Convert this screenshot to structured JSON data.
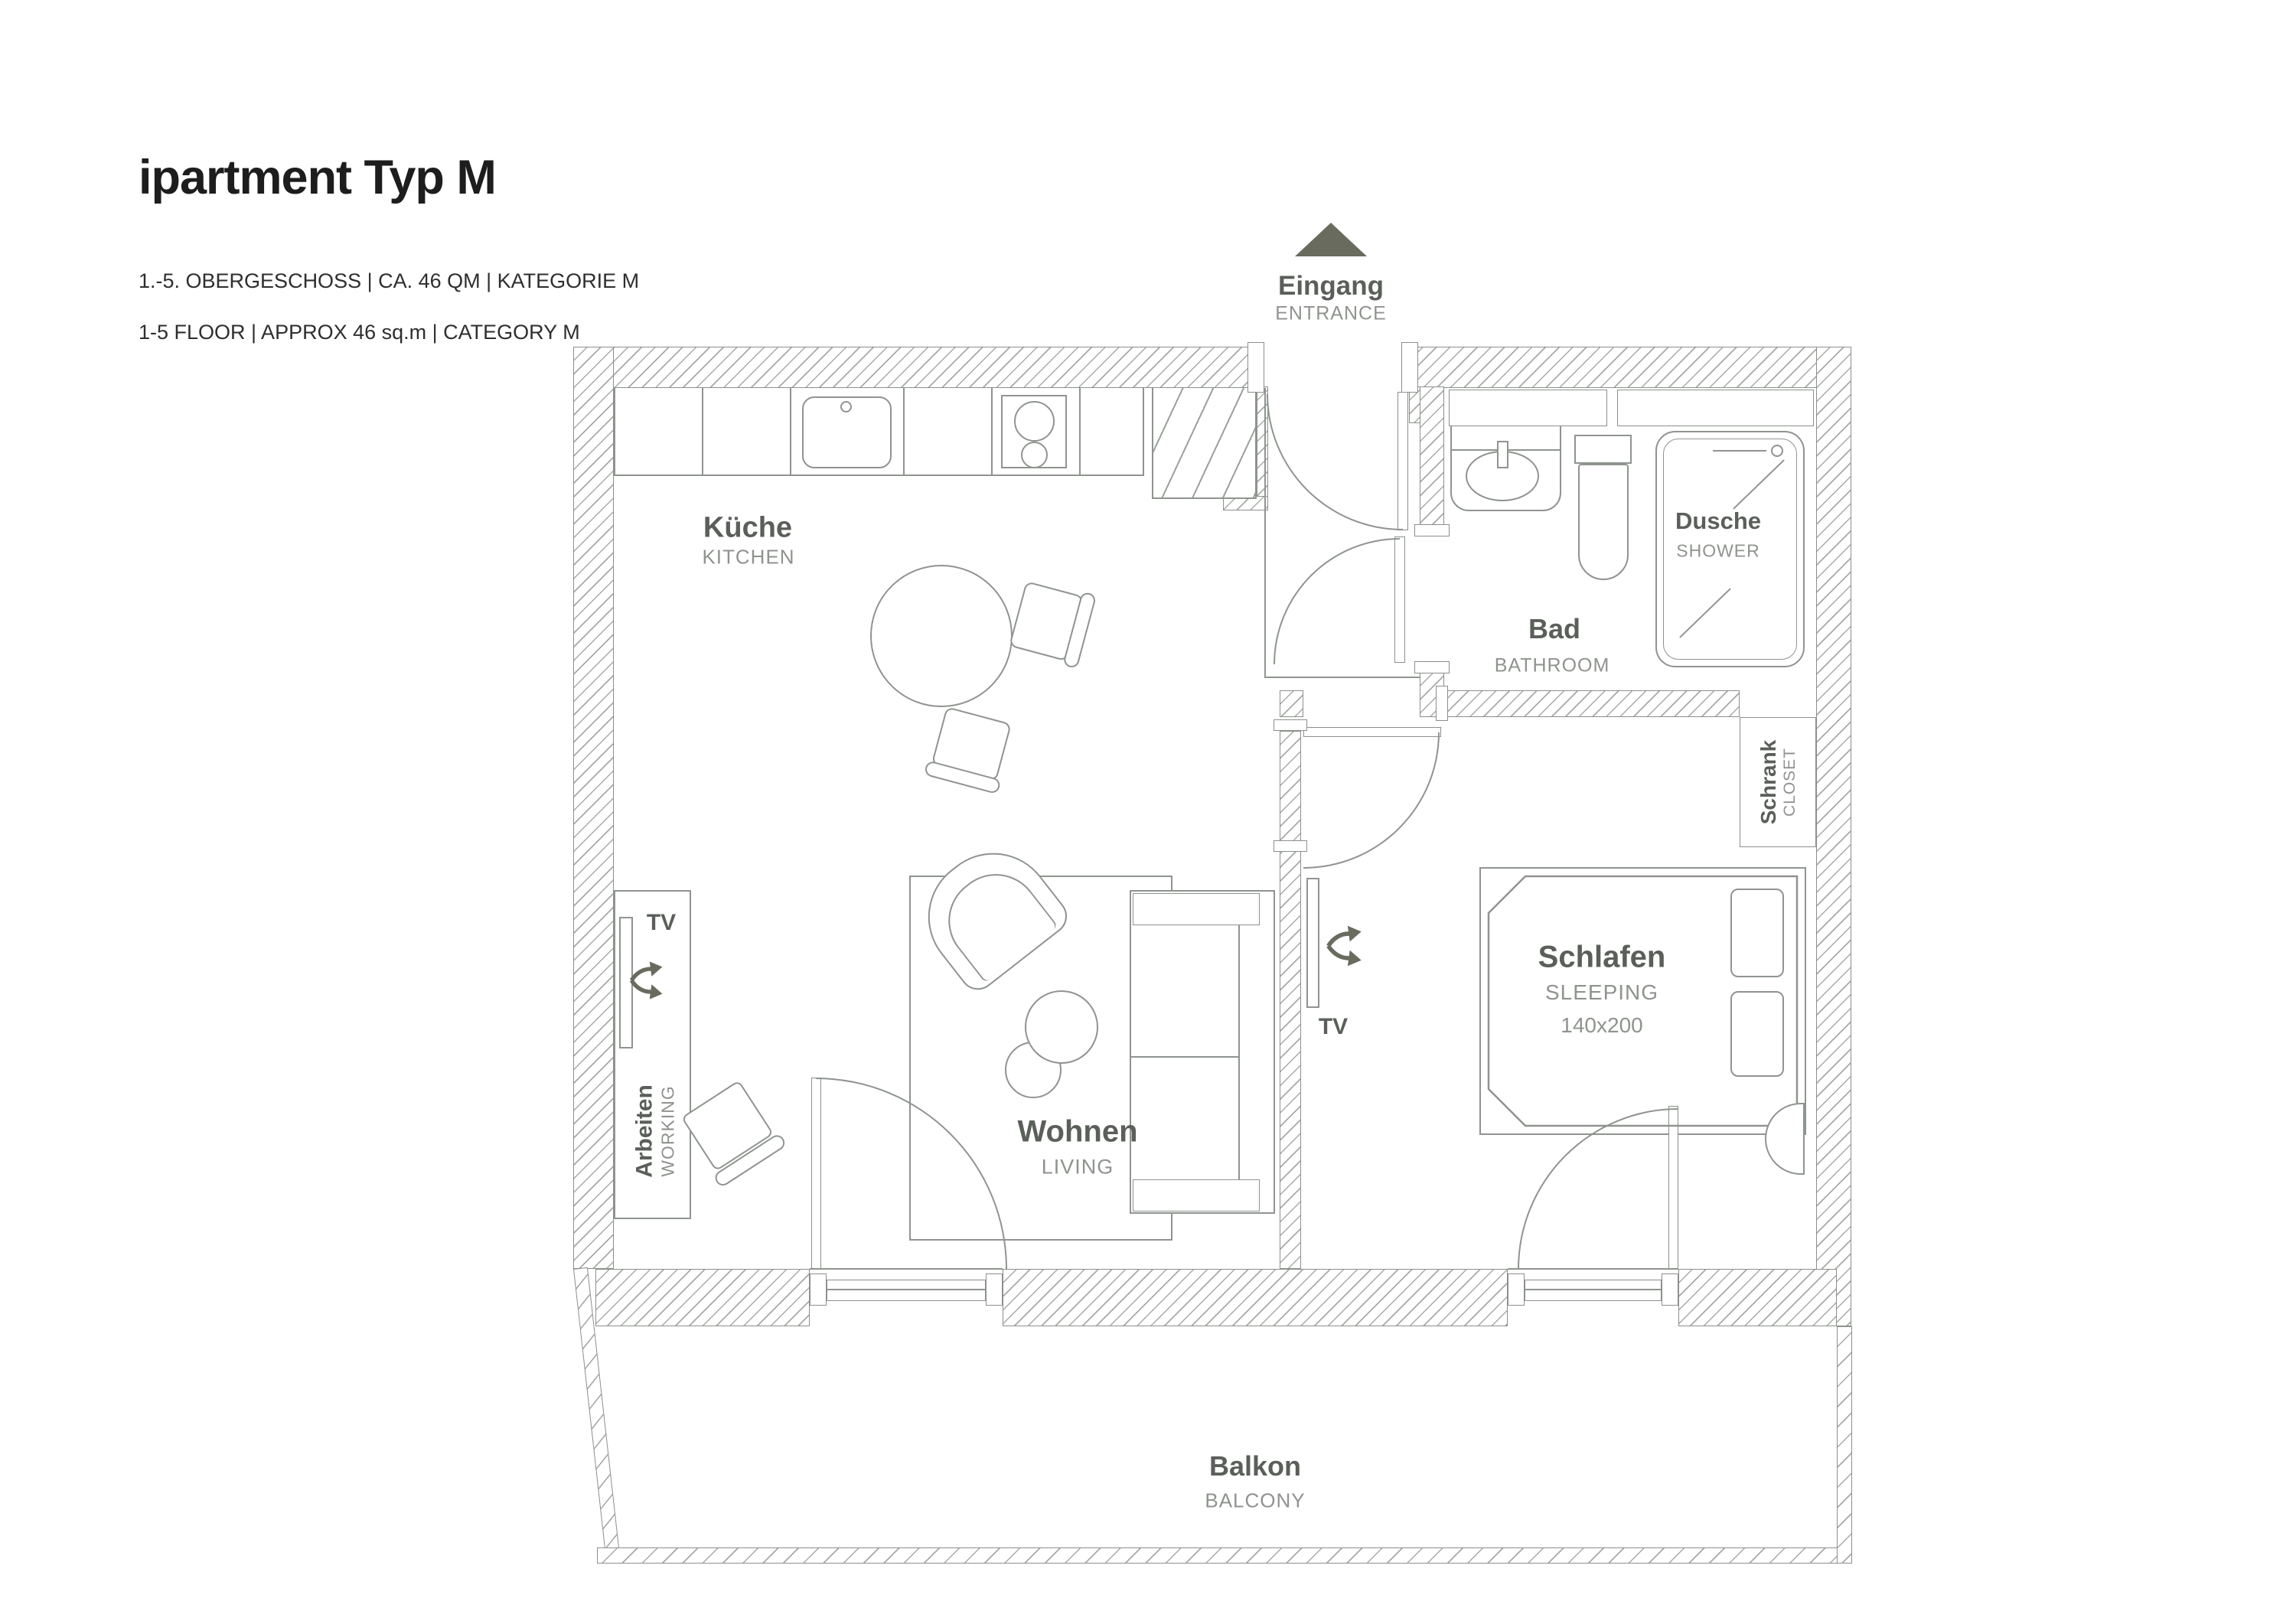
{
  "header": {
    "title": "ipartment Typ M",
    "subtitle_de": "1.-5. OBERGESCHOSS | CA. 46 QM | KATEGORIE M",
    "subtitle_en": "1-5 FLOOR | APPROX 46 sq.m | CATEGORY M"
  },
  "entrance": {
    "label_de": "Eingang",
    "label_en": "ENTRANCE"
  },
  "rooms": {
    "kitchen": {
      "de": "Küche",
      "en": "KITCHEN"
    },
    "bathroom": {
      "de": "Bad",
      "en": "BATHROOM"
    },
    "shower": {
      "de": "Dusche",
      "en": "SHOWER"
    },
    "closet": {
      "de": "Schrank",
      "en": "CLOSET"
    },
    "sleeping": {
      "de": "Schlafen",
      "en": "SLEEPING",
      "bed_size": "140x200"
    },
    "living": {
      "de": "Wohnen",
      "en": "LIVING"
    },
    "working": {
      "de": "Arbeiten",
      "en": "WORKING"
    },
    "balcony": {
      "de": "Balkon",
      "en": "BALCONY"
    }
  },
  "tv": {
    "bedroom": "TV",
    "desk": "TV"
  },
  "colors": {
    "wall_line": "#8b908b",
    "hatch": "#a6aaa5",
    "label_dark": "#5b5f5a",
    "label_light": "#8f938e",
    "entrance_marker": "#696b5e",
    "title": "#1d1d1d"
  }
}
